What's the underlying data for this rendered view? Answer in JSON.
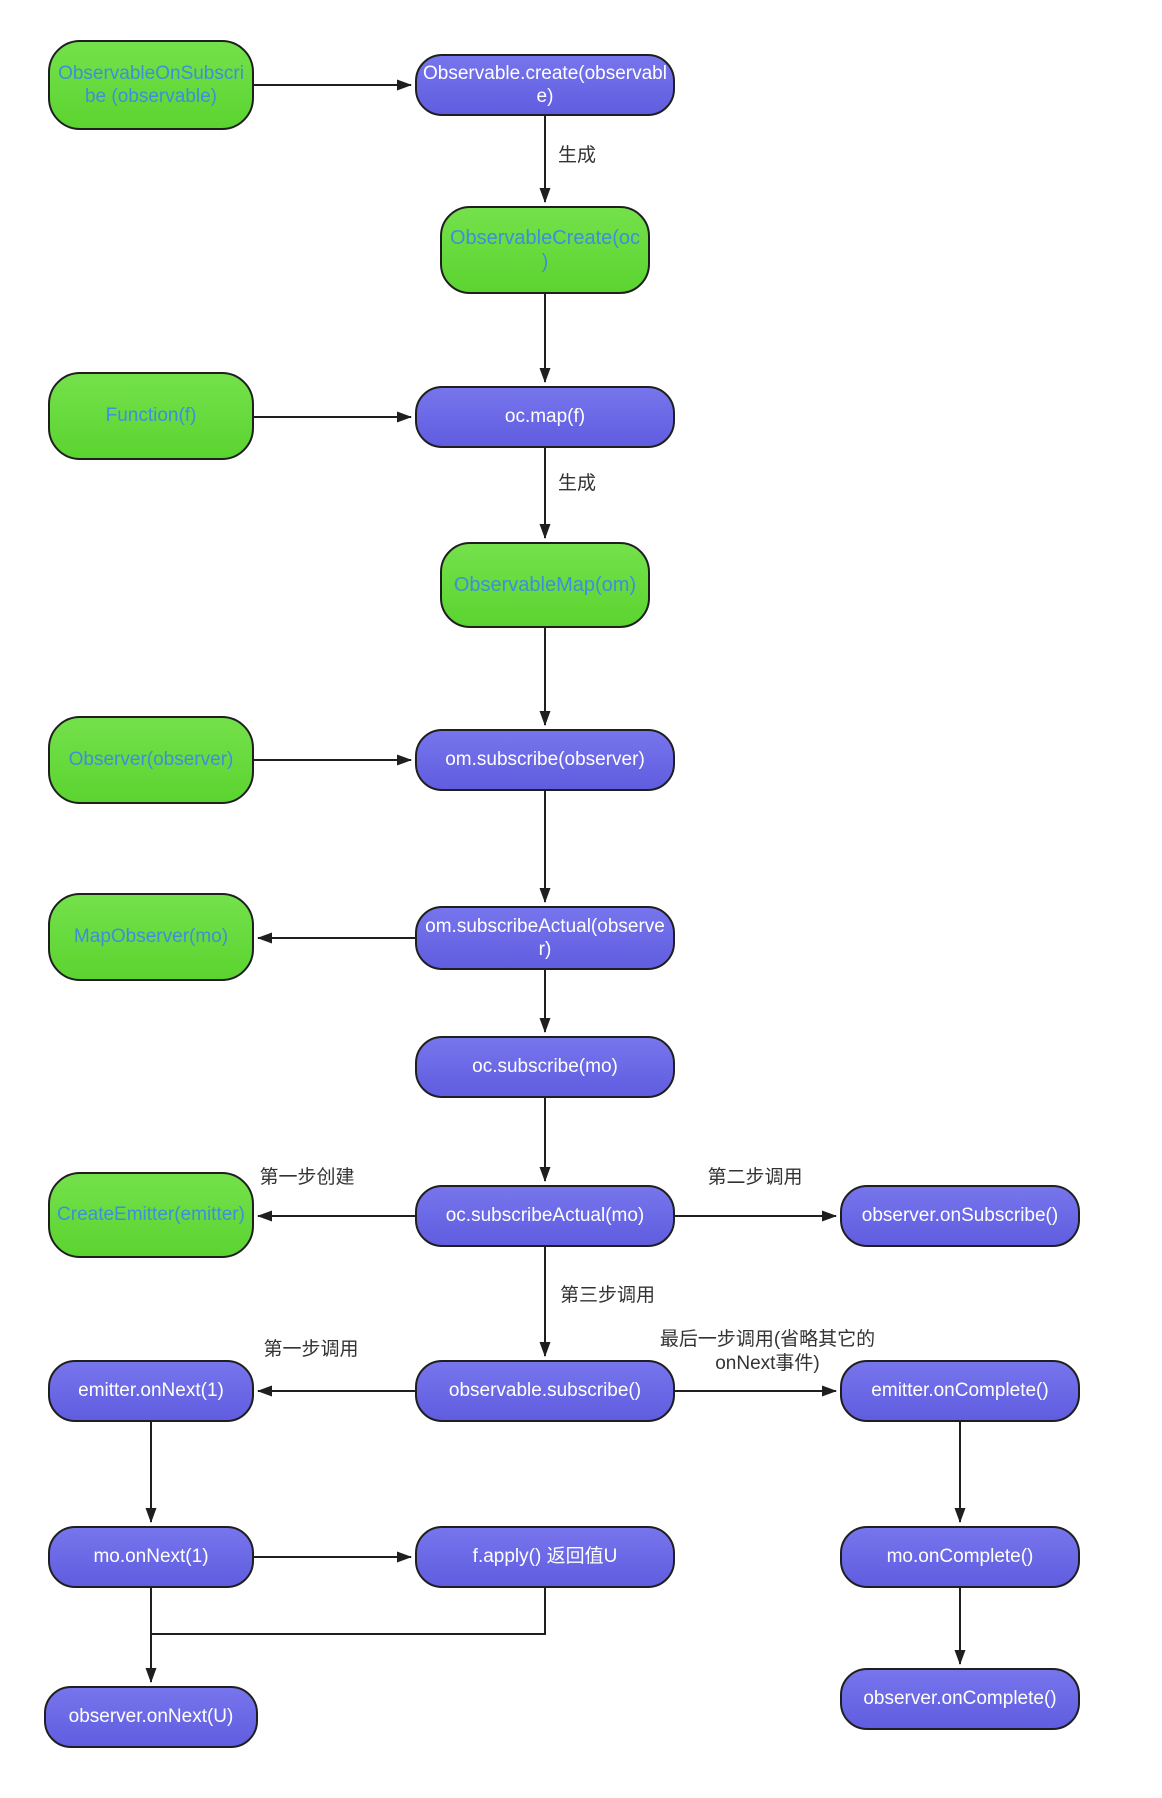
{
  "colors": {
    "node_green": "#63d93a",
    "node_purple": "#6b68e8",
    "green_node_text": "#3d8fd9",
    "purple_node_text": "#ffffff",
    "edge_line": "#1f1f1f",
    "edge_label_text": "#333333",
    "background": "#ffffff"
  },
  "nodes": {
    "observable_on_subscribe": {
      "label": "ObservableOnSubscribe (observable)"
    },
    "observable_create": {
      "label": "Observable.create(observable)"
    },
    "observable_create_oc": {
      "label": "ObservableCreate(oc)"
    },
    "function_f": {
      "label": "Function(f)"
    },
    "oc_map": {
      "label": "oc.map(f)"
    },
    "observable_map": {
      "label": "ObservableMap(om)"
    },
    "observer": {
      "label": "Observer(observer)"
    },
    "om_subscribe": {
      "label": "om.subscribe(observer)"
    },
    "map_observer": {
      "label": "MapObserver(mo)"
    },
    "om_subscribe_actual": {
      "label": "om.subscribeActual(observer)"
    },
    "oc_subscribe": {
      "label": "oc.subscribe(mo)"
    },
    "create_emitter": {
      "label": "CreateEmitter(emitter)"
    },
    "oc_subscribe_actual": {
      "label": "oc.subscribeActual(mo)"
    },
    "observer_on_subscribe": {
      "label": "observer.onSubscribe()"
    },
    "emitter_on_next": {
      "label": "emitter.onNext(1)"
    },
    "observable_subscribe": {
      "label": "observable.subscribe()"
    },
    "emitter_on_complete": {
      "label": "emitter.onComplete()"
    },
    "mo_on_next": {
      "label": "mo.onNext(1)"
    },
    "f_apply": {
      "label": "f.apply() 返回值U"
    },
    "mo_on_complete": {
      "label": "mo.onComplete()"
    },
    "observer_on_next_u": {
      "label": "observer.onNext(U)"
    },
    "observer_on_complete": {
      "label": "observer.onComplete()"
    }
  },
  "edge_labels": {
    "generate_1": "生成",
    "generate_2": "生成",
    "step1_create": "第一步创建",
    "step2_call": "第二步调用",
    "step3_call": "第三步调用",
    "first_call": "第一步调用",
    "last_call": "最后一步调用(省略其它的onNext事件)"
  }
}
